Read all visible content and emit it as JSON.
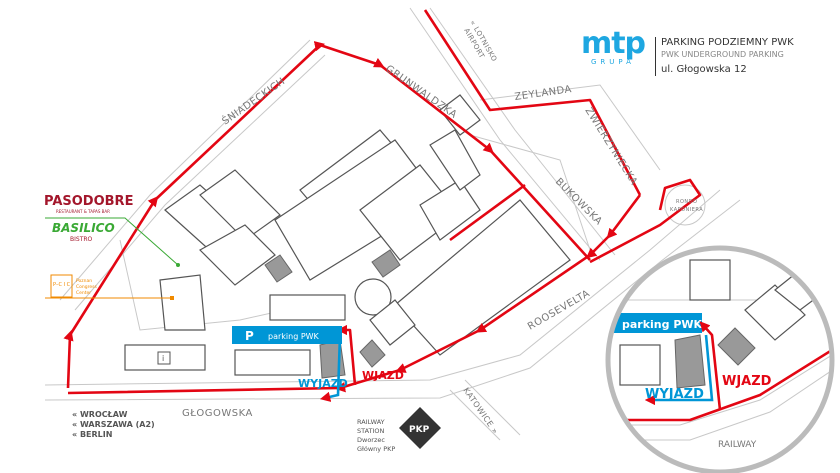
{
  "header": {
    "logo_text": "mtp",
    "logo_sub": "GRUPA",
    "title": "PARKING PODZIEMNY PWK",
    "subtitle": "PWK UNDERGROUND PARKING",
    "address": "ul. Głogowska 12"
  },
  "streets": {
    "sniadeckich": "ŚNIADECKICH",
    "grunwaldzka": "GRUNWALDZKA",
    "zeylanda": "ZEYLANDA",
    "zwierzyniecka": "ZWIERZYNIECKA",
    "bukowska": "BUKOWSKA",
    "roosevelta": "ROOSEVELTA",
    "glogowska": "GŁOGOWSKA",
    "katowice": "KATOWICE »",
    "lotnisko": "« LOTNISKO",
    "airport": "AIRPORT",
    "rondo1": "RONDO",
    "rondo2": "KAPONIERA"
  },
  "directions": [
    "« WROCŁAW",
    "« WARSZAWA (A2)",
    "« BERLIN"
  ],
  "poi": {
    "pasodobre": "PASODOBRE",
    "pasodobre_sub": "RESTAURANT & TAPAS BAR",
    "basilico": "BASILICO",
    "basilico_sub": "BISTRO",
    "pcc_logo": "P–C I C",
    "pcc_name": [
      "Poznan",
      "Congress",
      "Center"
    ],
    "info_symbol": "i",
    "pkp": "PKP",
    "railway": [
      "RAILWAY",
      "STATION",
      "Dworzec",
      "Główny PKP"
    ],
    "parking_label": "parking PWK",
    "parking_symbol": "P",
    "entry": "WJAZD",
    "exit": "WYJAZD"
  },
  "inset": {
    "parking_label": "parking PWK",
    "entry": "WJAZD",
    "exit": "WYJAZD",
    "railway": "RAILWAY"
  },
  "colors": {
    "route": "#e30613",
    "parking": "#0096d6",
    "green": "#3aa935",
    "orange": "#f08a00",
    "pasodobre": "#a3162b"
  }
}
